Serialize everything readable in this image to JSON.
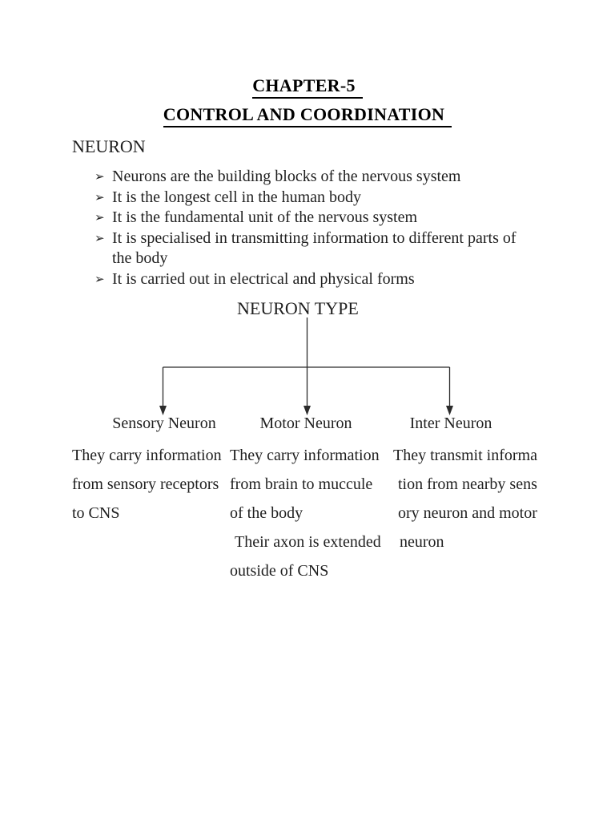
{
  "document": {
    "chapter_title": "CHAPTER-5",
    "subject_title": "CONTROL AND COORDINATION",
    "section_heading": "NEURON",
    "bullet_glyph": "➢",
    "bullets": [
      "Neurons are the building blocks of the nervous system",
      "It is the longest cell in the human body",
      "It is the fundamental unit of the nervous system",
      "It is specialised in transmitting information to different parts of the body",
      "It is carried out in electrical and physical forms"
    ]
  },
  "diagram": {
    "title": "NEURON TYPE",
    "branches": [
      {
        "heading": "Sensory Neuron",
        "lines": [
          "They carry information",
          "from sensory receptors",
          "to CNS"
        ]
      },
      {
        "heading": "Motor Neuron",
        "lines": [
          "They carry information",
          "from brain to muccule",
          "of the body",
          "Their axon is extended",
          "outside of CNS"
        ]
      },
      {
        "heading": "Inter Neuron",
        "lines": [
          "They transmit informa",
          "tion from nearby sens",
          "ory neuron and motor",
          "neuron"
        ]
      }
    ]
  },
  "colors": {
    "background": "#ffffff",
    "text": "#1f1f1f",
    "title": "#000000",
    "connector": "#2b2b2b"
  }
}
